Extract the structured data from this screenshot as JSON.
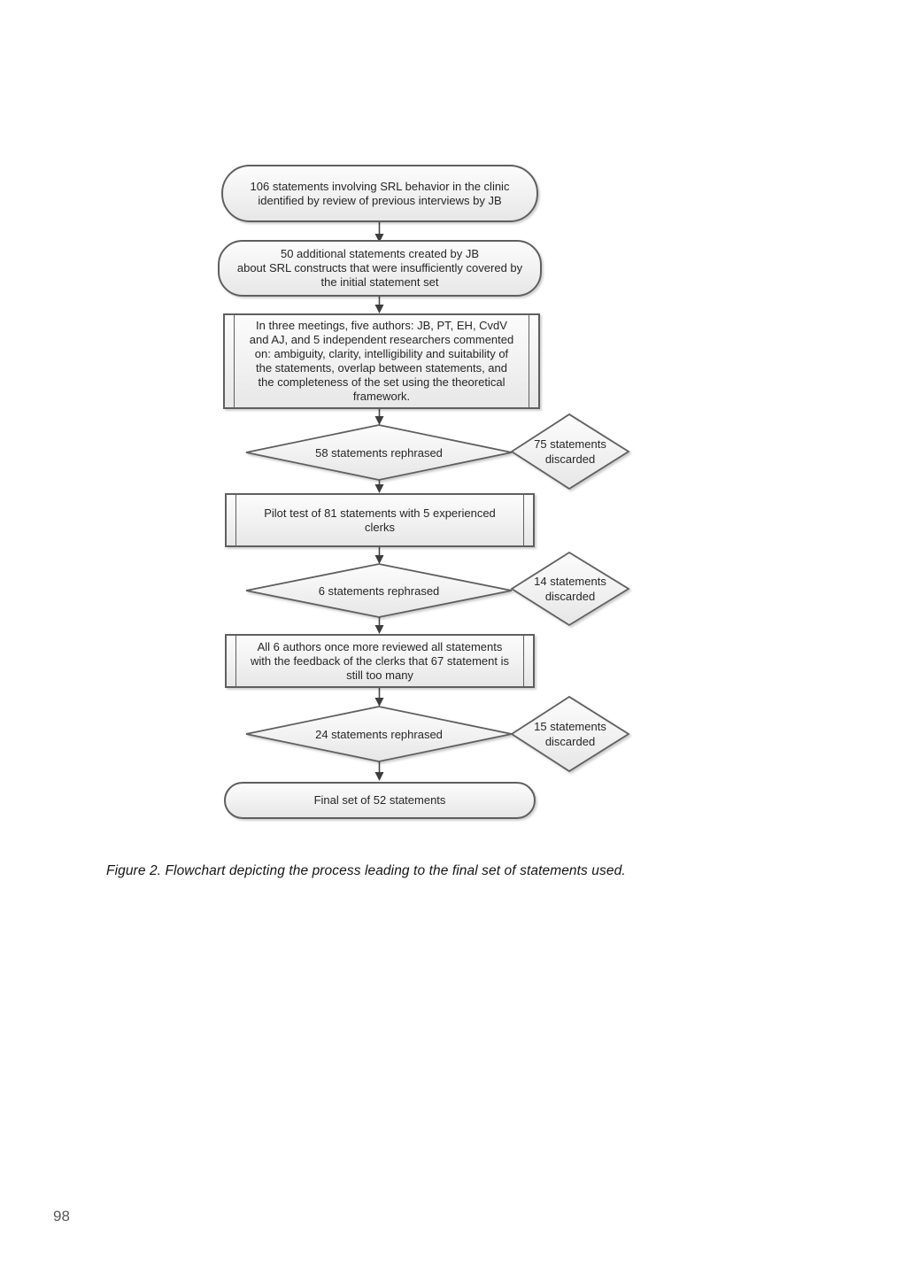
{
  "page": {
    "number": "98"
  },
  "figure": {
    "caption": "Figure 2. Flowchart depicting the process leading to the final set of statements used."
  },
  "flowchart": {
    "nodes": {
      "initial": {
        "lines": [
          "106 statements involving SRL behavior in the clinic",
          "identified by review of previous interviews by JB"
        ]
      },
      "additional": {
        "lines": [
          "50 additional statements created by JB",
          "about SRL constructs that were insufficiently covered by",
          "the initial statement set"
        ]
      },
      "meetings": {
        "lines": [
          "In three meetings, five authors: JB, PT, EH, CvdV",
          "and AJ, and 5 independent researchers commented",
          "on: ambiguity, clarity, intelligibility and suitability of",
          "the statements, overlap between statements, and",
          "the completeness of the set using the theoretical",
          "framework."
        ]
      },
      "rephrased58": {
        "label": "58 statements rephrased"
      },
      "discarded75": {
        "lines": [
          "75 statements",
          "discarded"
        ]
      },
      "pilot": {
        "lines": [
          "Pilot test of 81 statements with 5 experienced",
          "clerks"
        ]
      },
      "rephrased6": {
        "label": "6 statements rephrased"
      },
      "discarded14": {
        "lines": [
          "14 statements",
          "discarded"
        ]
      },
      "review": {
        "lines": [
          "All 6 authors once more reviewed all statements",
          "with the feedback of the clerks that 67 statement is",
          "still too many"
        ]
      },
      "rephrased24": {
        "label": "24 statements rephrased"
      },
      "discarded15": {
        "lines": [
          "15 statements",
          "discarded"
        ]
      },
      "final": {
        "label": "Final set of 52 statements"
      }
    },
    "colors": {
      "node_fill_top": "#fcfcfc",
      "node_fill_bottom": "#e7e7e7",
      "node_border": "#5f5f5f",
      "text": "#262626",
      "arrow": "#454545"
    }
  }
}
